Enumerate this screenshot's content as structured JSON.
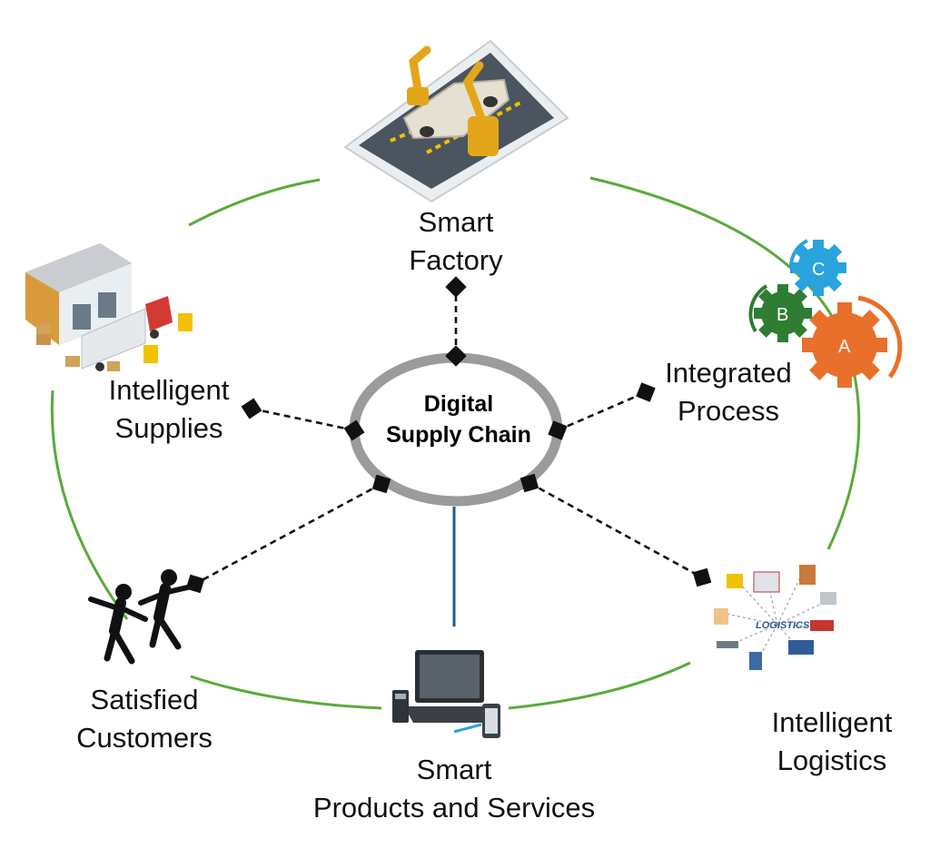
{
  "center": {
    "line1": "Digital",
    "line2": "Supply Chain"
  },
  "nodes": {
    "smart_factory": {
      "line1": "Smart",
      "line2": "Factory"
    },
    "integrated_process": {
      "line1": "Integrated",
      "line2": "Process"
    },
    "intelligent_logistics": {
      "line1": "Intelligent",
      "line2": "Logistics"
    },
    "smart_products": {
      "line1": "Smart",
      "line2": "Products and Services"
    },
    "satisfied_customers": {
      "line1": "Satisfied",
      "line2": "Customers"
    },
    "intelligent_supplies": {
      "line1": "Intelligent",
      "line2": "Supplies"
    }
  },
  "gears": [
    "A",
    "B",
    "C"
  ],
  "logistics_graphic": {
    "title": "LOGISTICS"
  },
  "icons": {
    "factory": "robotic-car-assembly-tablet-icon",
    "process": "gears-icon",
    "logistics": "logistics-network-icon",
    "products": "laptop-devices-icon",
    "customers": "happy-people-icon",
    "supplies": "warehouse-truck-icon"
  },
  "colors": {
    "outer_ring": "#5aaa3a",
    "center_ring": "#9b9b9b",
    "connector": "#1e5a86",
    "gear_a": "#e8702a",
    "gear_b": "#2e7d32",
    "gear_c": "#29a3dd"
  }
}
